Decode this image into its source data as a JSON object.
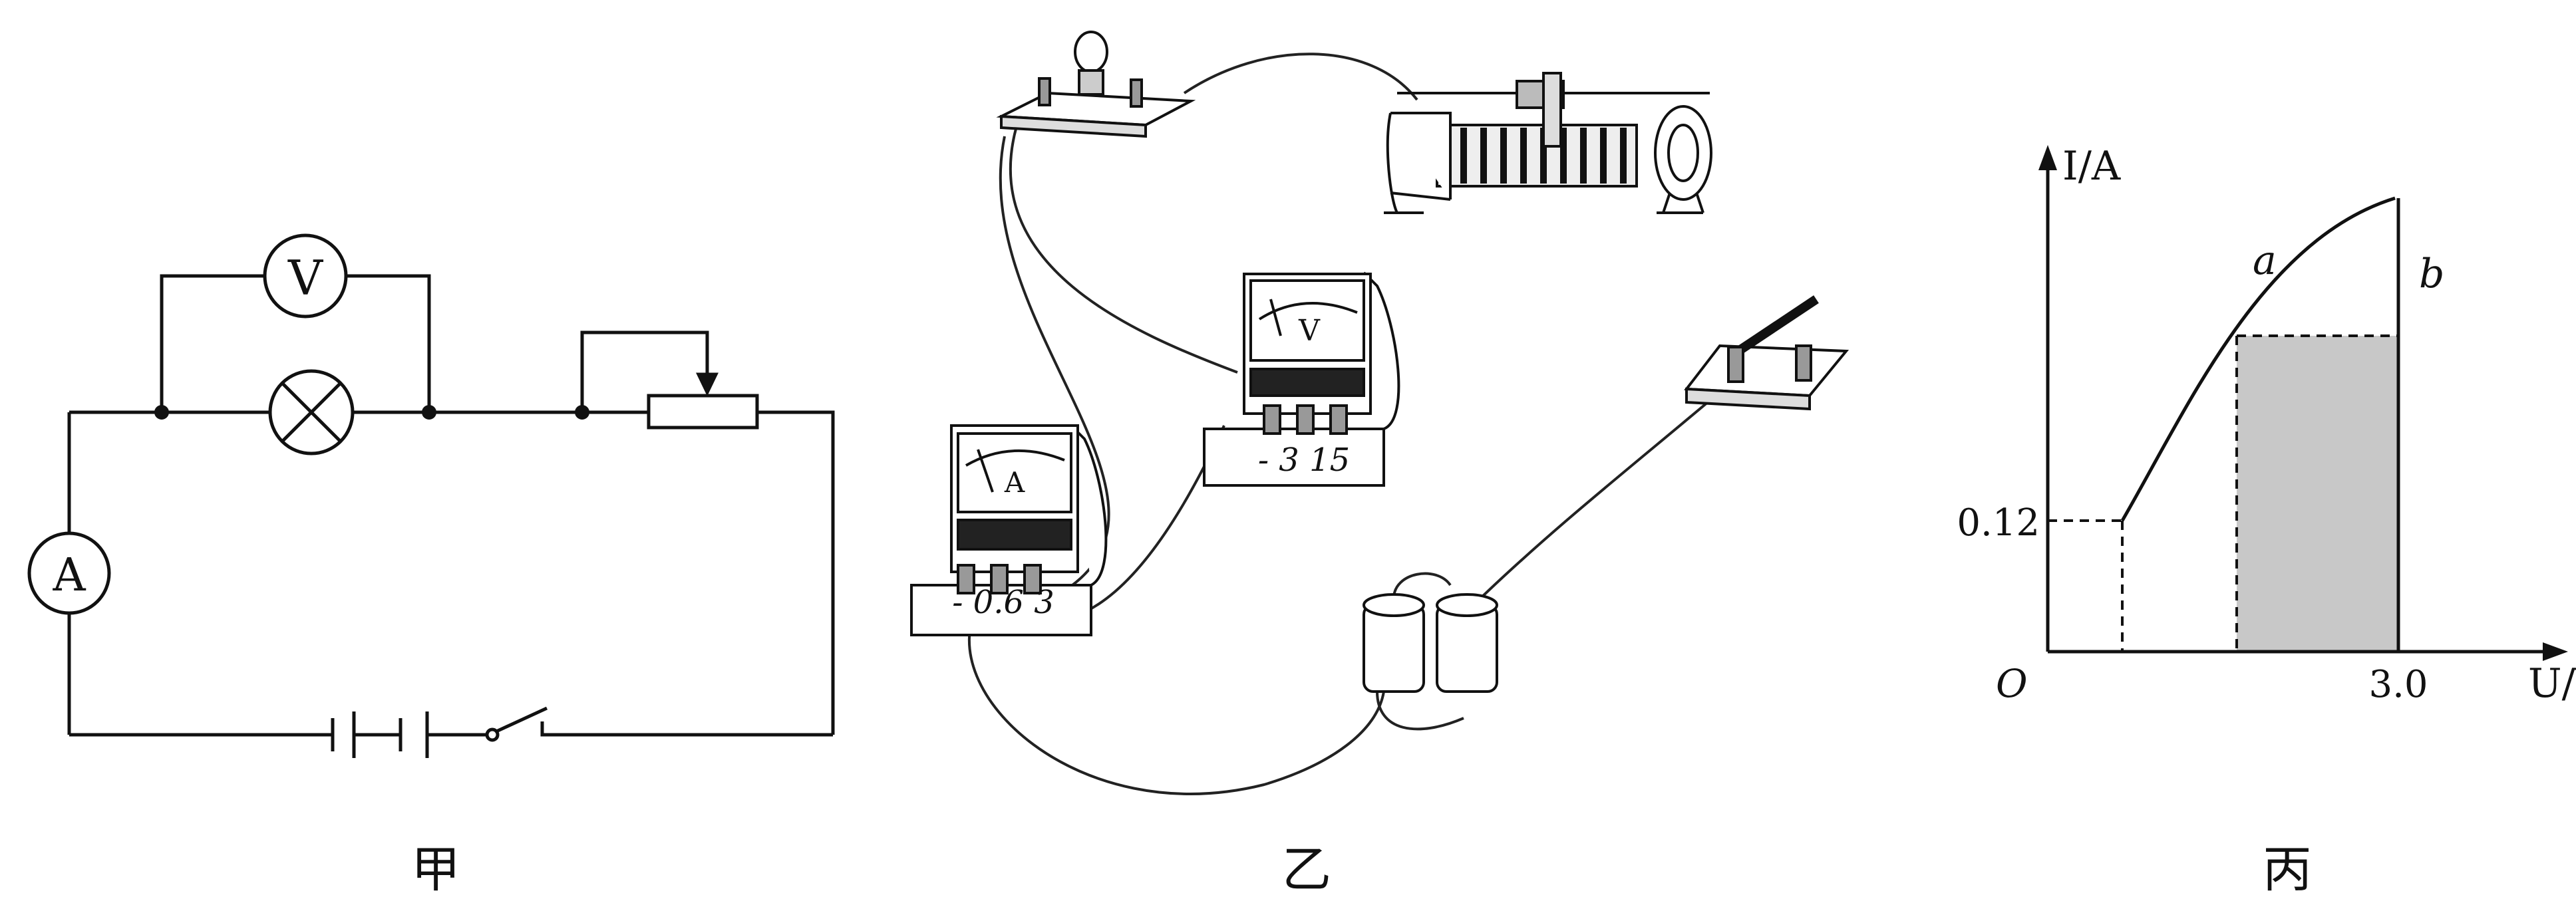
{
  "panels": {
    "left": {
      "caption": "甲",
      "meters": {
        "voltmeter": "V",
        "ammeter": "A"
      }
    },
    "middle": {
      "caption": "乙",
      "ammeter": {
        "face": "A",
        "terminals": "- 0.6 3"
      },
      "voltmeter": {
        "face": "V",
        "terminals": "- 3 15"
      }
    },
    "right": {
      "caption": "丙"
    }
  },
  "chart_data": {
    "type": "line",
    "title": "",
    "xlabel": "U/V",
    "ylabel": "I/A",
    "origin_label": "O",
    "x_tick_labels": [
      "3.0"
    ],
    "y_tick_labels": [
      "0.12"
    ],
    "curve_labels": [
      "a",
      "b"
    ],
    "shaded_region": {
      "color": "#c8c8c8"
    }
  }
}
